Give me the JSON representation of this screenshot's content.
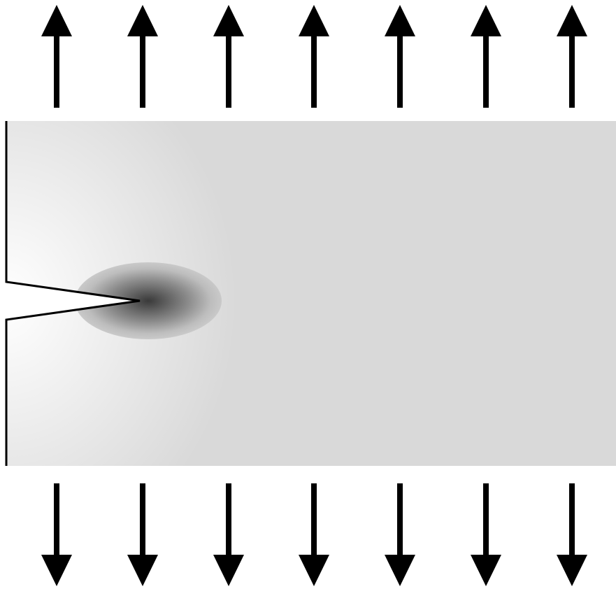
{
  "diagram": {
    "top_arrow_count": 7,
    "bottom_arrow_count": 7,
    "top_arrow_direction": "up",
    "bottom_arrow_direction": "down",
    "has_edge_crack": true,
    "crack_edge": "left",
    "has_stress_concentration_at_crack_tip": true,
    "colors": {
      "plate": "#d9d9d9",
      "edge_glow": "#ffffff",
      "stress_core": "#3a3a3a",
      "stress_halo": "#bdbdbd",
      "arrows": "#000000",
      "crack_outline": "#000000",
      "background": "#ffffff"
    }
  }
}
